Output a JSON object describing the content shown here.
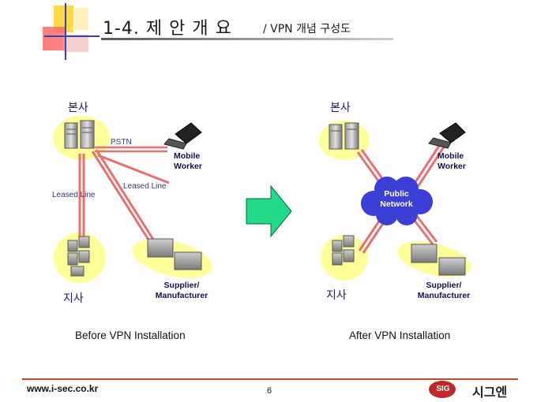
{
  "header": {
    "title": "1-4. 제 안 개 요",
    "subtitle": "/ VPN 개념 구성도"
  },
  "before": {
    "hq_label": "본사",
    "branch_label": "지사",
    "mobile_label": "Mobile Worker",
    "supplier_label": "Supplier/ Manufacturer",
    "pstn_label": "PSTN",
    "leased_line_1": "Leased Line",
    "leased_line_2": "Leased Line",
    "caption": "Before VPN Installation"
  },
  "after": {
    "hq_label": "본사",
    "branch_label": "지사",
    "mobile_label": "Mobile Worker",
    "supplier_label": "Supplier/ Manufacturer",
    "cloud_label": "Public Network",
    "caption": "After VPN Installation"
  },
  "footer": {
    "url": "www.i-sec.co.kr",
    "page": "6",
    "logo_badge": "SIG",
    "logo_text": "시그엔"
  },
  "colors": {
    "link": "#e87070",
    "ellipse": "#ffff99",
    "arrow": "#22d98a",
    "cloud": "#3b3fd6",
    "footer_rule": "#c24a2c",
    "logo": "#c0282a"
  }
}
